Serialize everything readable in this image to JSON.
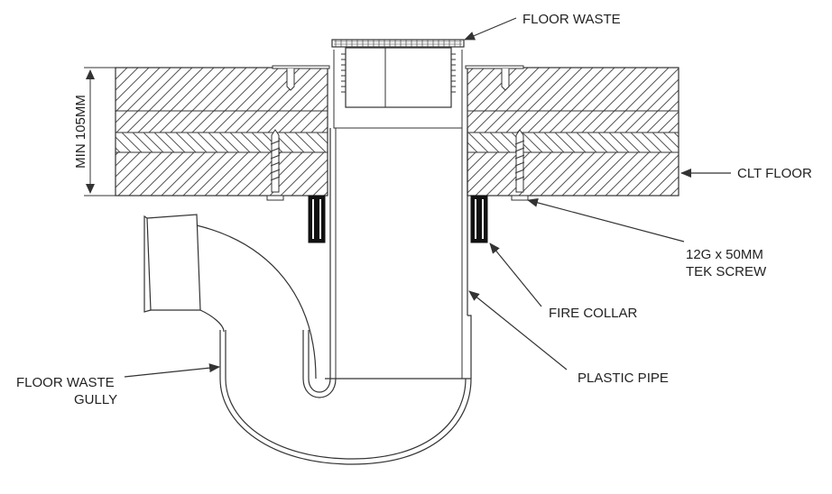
{
  "labels": {
    "floor_waste": "FLOOR WASTE",
    "clt_floor": "CLT FLOOR",
    "screw_line1": "12G x 50MM",
    "screw_line2": "TEK SCREW",
    "fire_collar": "FIRE COLLAR",
    "plastic_pipe": "PLASTIC PIPE",
    "gully_line1": "FLOOR WASTE",
    "gully_line2": "GULLY",
    "dimension": "MIN 105MM"
  },
  "colors": {
    "line": "#333333",
    "hatch": "#555555",
    "collar": "#111111",
    "background": "#ffffff"
  }
}
